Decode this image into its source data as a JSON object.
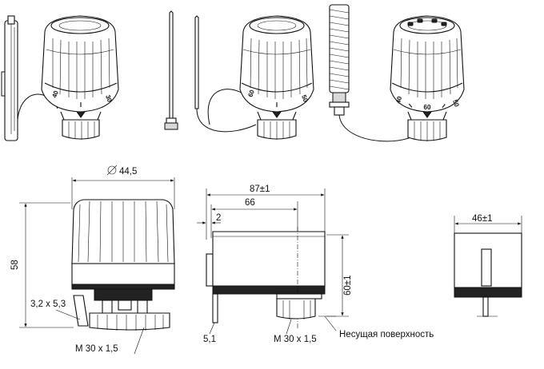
{
  "illustrations": {
    "product_1": {
      "dial": [
        "40",
        "I",
        "30"
      ]
    },
    "product_3": {
      "dial": [
        "60",
        "I",
        "50"
      ]
    },
    "product_4": {
      "dial": [
        "40",
        "I",
        "60",
        "I",
        "50"
      ]
    }
  },
  "drawing_front": {
    "diameter": "44,5",
    "height": "58",
    "pin": "3,2 x 5,3",
    "thread": "M 30 x 1,5"
  },
  "drawing_side": {
    "length_total": "87±1",
    "length_body": "66",
    "offset": "2",
    "height": "60±1",
    "pin": "5,1",
    "thread": "M 30 x 1,5",
    "surface": "Несущая поверхность"
  },
  "drawing_rear": {
    "width": "46±1"
  }
}
